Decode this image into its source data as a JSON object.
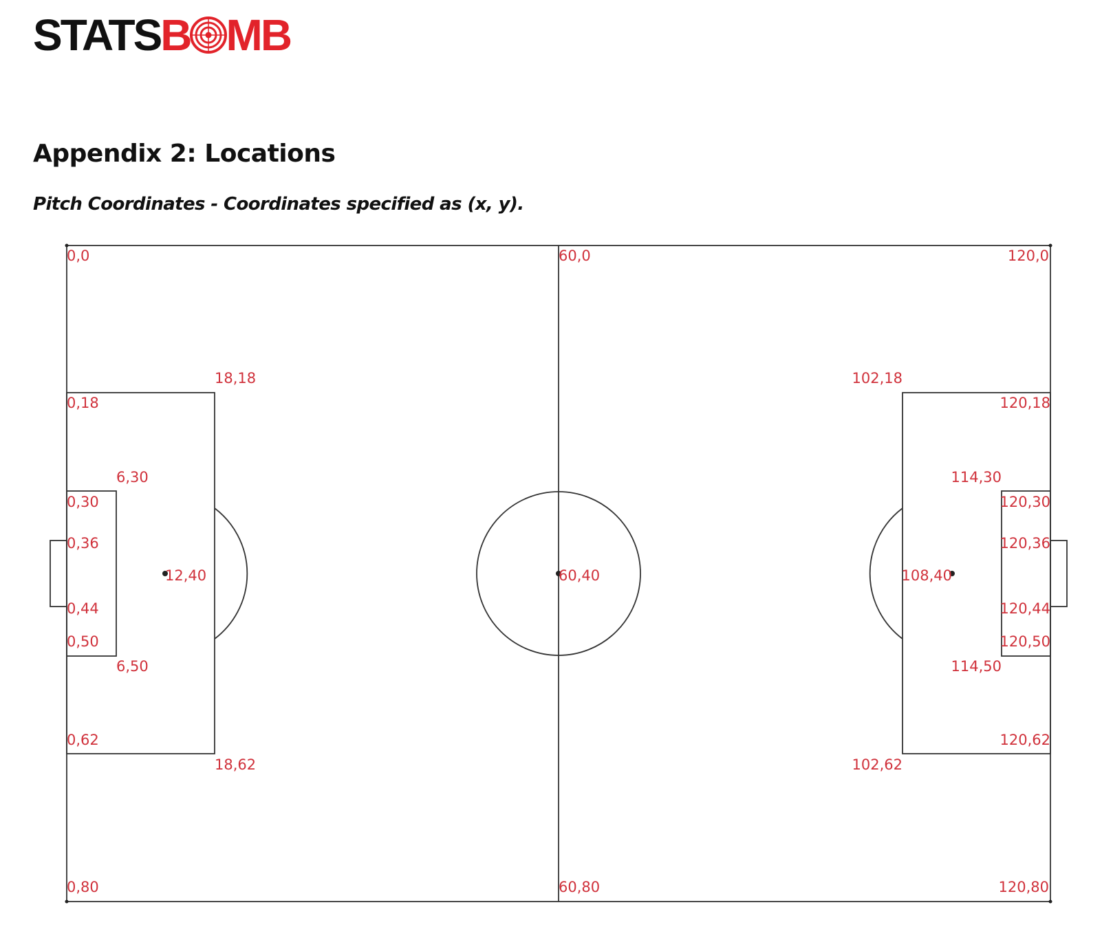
{
  "logo": {
    "left_text": "STATS",
    "red_text_before_o": "B",
    "red_text_after_o": "MB",
    "brand_color": "#e2232a",
    "dark_color": "#111111"
  },
  "heading": "Appendix 2: Locations",
  "subheading": "Pitch Coordinates - Coordinates specified as (x, y).",
  "pitch": {
    "label_color": "#d0313b",
    "line_color": "#333333",
    "dimensions": {
      "length": 120,
      "width": 80
    },
    "labels": [
      {
        "id": "0-0",
        "text": "0,0"
      },
      {
        "id": "60-0",
        "text": "60,0"
      },
      {
        "id": "120-0",
        "text": "120,0"
      },
      {
        "id": "18-18",
        "text": "18,18"
      },
      {
        "id": "102-18",
        "text": "102,18"
      },
      {
        "id": "0-18",
        "text": "0,18"
      },
      {
        "id": "120-18",
        "text": "120,18"
      },
      {
        "id": "6-30",
        "text": "6,30"
      },
      {
        "id": "114-30",
        "text": "114,30"
      },
      {
        "id": "0-30",
        "text": "0,30"
      },
      {
        "id": "120-30",
        "text": "120,30"
      },
      {
        "id": "0-36",
        "text": "0,36"
      },
      {
        "id": "120-36",
        "text": "120,36"
      },
      {
        "id": "12-40",
        "text": "12,40"
      },
      {
        "id": "60-40",
        "text": "60,40"
      },
      {
        "id": "108-40",
        "text": "108,40"
      },
      {
        "id": "0-44",
        "text": "0,44"
      },
      {
        "id": "120-44",
        "text": "120,44"
      },
      {
        "id": "0-50",
        "text": "0,50"
      },
      {
        "id": "120-50",
        "text": "120,50"
      },
      {
        "id": "6-50",
        "text": "6,50"
      },
      {
        "id": "114-50",
        "text": "114,50"
      },
      {
        "id": "0-62",
        "text": "0,62"
      },
      {
        "id": "120-62",
        "text": "120,62"
      },
      {
        "id": "18-62",
        "text": "18,62"
      },
      {
        "id": "102-62",
        "text": "102,62"
      },
      {
        "id": "0-80",
        "text": "0,80"
      },
      {
        "id": "60-80",
        "text": "60,80"
      },
      {
        "id": "120-80",
        "text": "120,80"
      }
    ]
  }
}
